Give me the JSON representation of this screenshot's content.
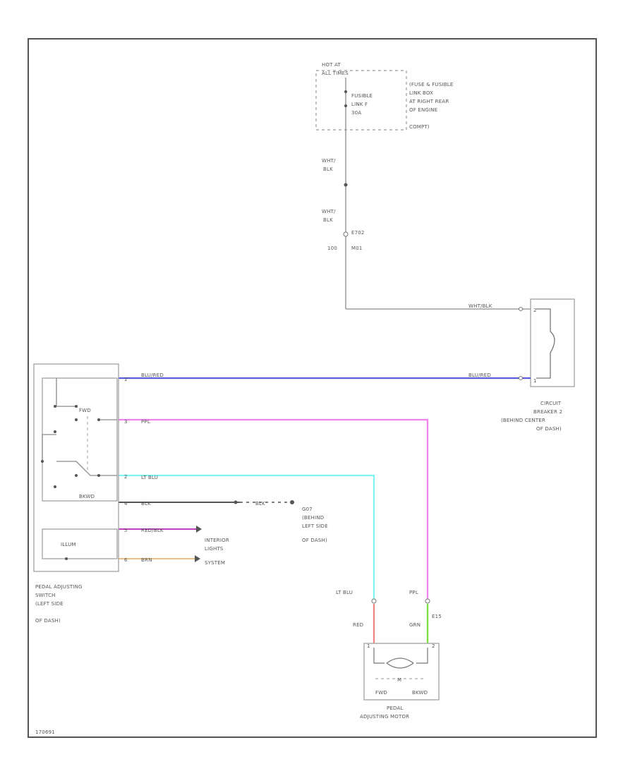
{
  "colors": {
    "blu_red": "#5a5ad8",
    "ppl": "#f07ff0",
    "lt_blu": "#7ff4f4",
    "blk": "#555555",
    "red_blk": "#c040c0",
    "brn": "#e8c080",
    "red": "#f08080",
    "grn": "#80e040",
    "gray": "#8a8a8a"
  },
  "fuse_box": {
    "hot_at": "HOT AT",
    "all_times": "ALL TIMES",
    "fusible_link": "FUSIBLE",
    "link_id": "LINK F",
    "amperage": "30A",
    "desc_1": "(FUSE & FUSIBLE",
    "desc_2": "LINK BOX",
    "desc_3": "AT RIGHT REAR",
    "desc_4": "OF ENGINE",
    "desc_5": "COMPT)"
  },
  "wires": {
    "wht_blk_1": "WHT/",
    "wht_blk_1b": "BLK",
    "wht_blk_2": "WHT/",
    "wht_blk_2b": "BLK",
    "ground_id": "E702",
    "splice": "100",
    "splice_b": "M01",
    "wht_blk_cb": "WHT/BLK",
    "blu_red_left": "BLU/RED",
    "blu_red_right": "BLU/RED",
    "ppl_left": "PPL",
    "lt_blu_left": "LT BLU",
    "blk_left": "BLK",
    "blk_mid": "BLK",
    "red_blk": "RED/BLK",
    "brn": "BRN",
    "lt_blu_down": "LT BLU",
    "ppl_down": "PPL",
    "red": "RED",
    "grn": "GRN",
    "motor_conn": "E15"
  },
  "circuit_breaker": {
    "line_1": "CIRCUIT",
    "line_2": "BREAKER 2",
    "line_3": "(BEHIND CENTER",
    "line_4": "OF DASH)",
    "pin_top": "2",
    "pin_bottom": "1"
  },
  "pedal_switch": {
    "fwd": "FWD",
    "bkwd": "BKWD",
    "illum": "ILLUM",
    "pins": [
      "1",
      "3",
      "2",
      "4",
      "5",
      "6"
    ],
    "name_1": "PEDAL ADJUSTING",
    "name_2": "SWITCH",
    "name_3": "(LEFT SIDE",
    "name_4": "OF DASH)"
  },
  "ground": {
    "line_1": "G07",
    "line_2": "(BEHIND",
    "line_3": "LEFT SIDE",
    "line_4": "OF DASH)"
  },
  "interior_lights": {
    "line_1": "INTERIOR",
    "line_2": "LIGHTS",
    "line_3": "SYSTEM"
  },
  "motor": {
    "m": "M",
    "fwd": "FWD",
    "bkwd": "BKWD",
    "name_1": "PEDAL",
    "name_2": "ADJUSTING MOTOR",
    "pin_1": "1",
    "pin_2": "2"
  },
  "footer": {
    "code": "170691"
  }
}
